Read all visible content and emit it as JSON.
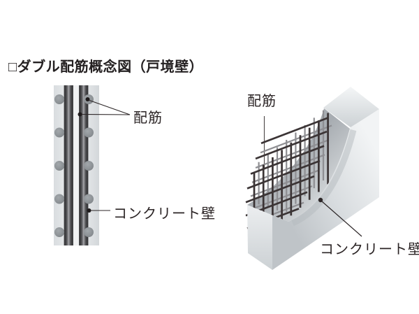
{
  "title": "□ダブル配筋概念図（戸境壁）",
  "diagram_left": {
    "name": "double-rebar-wall-cross-section",
    "labels": {
      "rebar": "配筋",
      "concrete_wall": "コンクリート壁"
    }
  },
  "diagram_right": {
    "name": "double-rebar-wall-3d-cutaway",
    "labels": {
      "rebar": "配筋",
      "concrete_wall": "コンクリート壁"
    }
  },
  "colors": {
    "background": "#ffffff",
    "concrete_light": "#dce0e2",
    "concrete_mid": "#c6cbce",
    "concrete_highlight": "#f2f4f5",
    "rebar_front": "#3b3435",
    "rebar_back": "#8e8e92",
    "text": "#2b2425",
    "pointer_line": "#2c2627"
  }
}
